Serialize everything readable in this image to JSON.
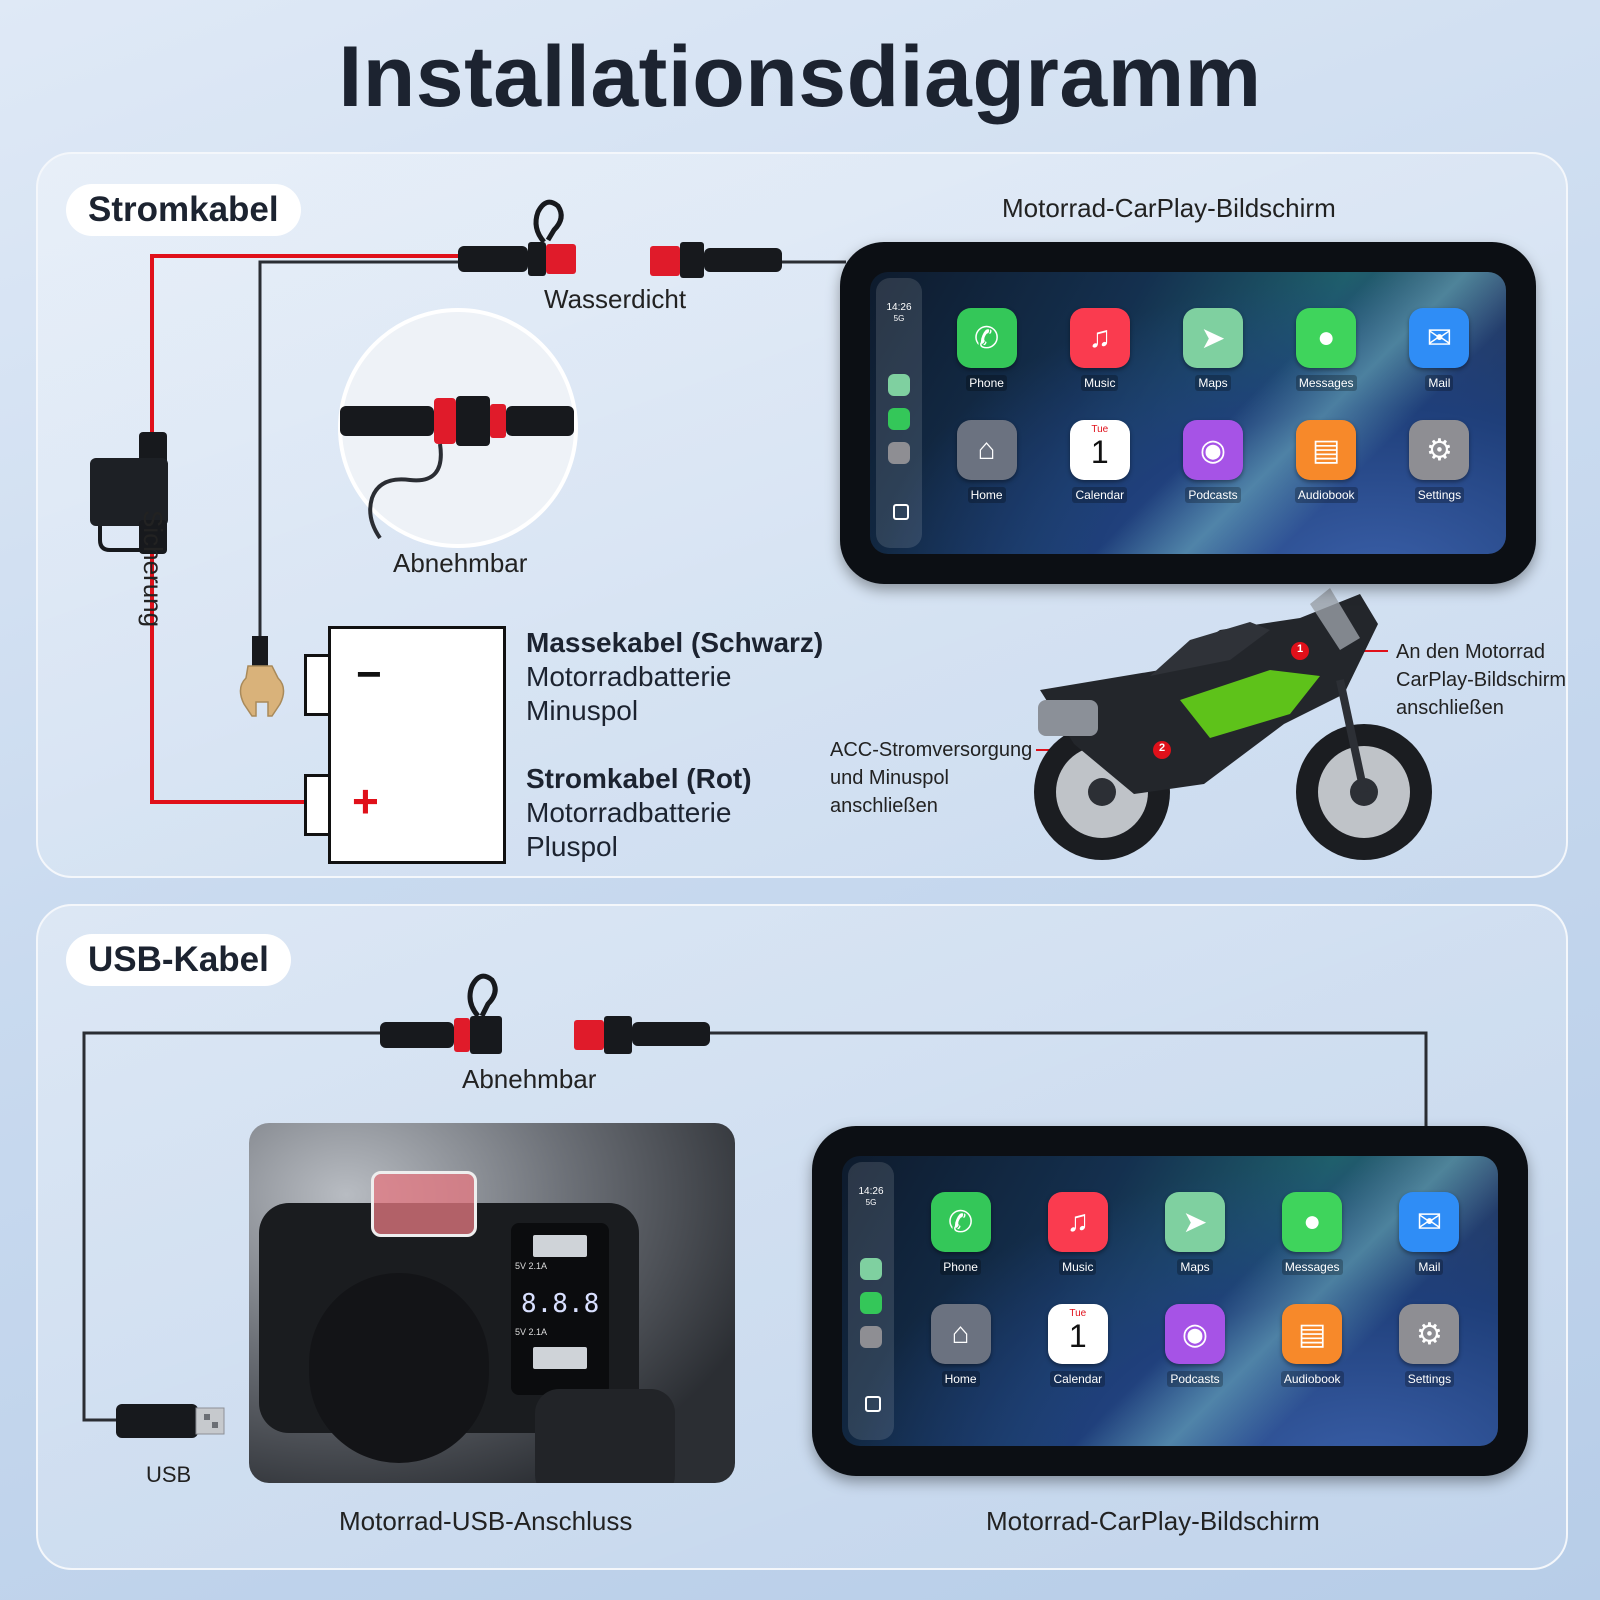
{
  "title": "Installationsdiagramm",
  "power_section": {
    "pill": "Stromkabel",
    "screen_caption": "Motorrad-CarPlay-Bildschirm",
    "connector_label": "Wasserdicht",
    "detail_label": "Abnehmbar",
    "fuse_label": "Sicherung",
    "ground_cable": {
      "title": "Massekabel (Schwarz)",
      "line1": "Motorradbatterie",
      "line2": "Minuspol"
    },
    "power_cable": {
      "title": "Stromkabel (Rot)",
      "line1": "Motorradbatterie",
      "line2": "Pluspol"
    },
    "battery": {
      "minus": "−",
      "plus": "+"
    },
    "callout1": {
      "marker": "1",
      "lines": [
        "An den Motorrad",
        "CarPlay-Bildschirm",
        "anschließen"
      ]
    },
    "callout2": {
      "marker": "2",
      "lines": [
        "ACC-Stromversorgung",
        "und Minuspol",
        "anschließen"
      ]
    }
  },
  "usb_section": {
    "pill": "USB-Kabel",
    "connector_label": "Abnehmbar",
    "usb_label": "USB",
    "photo_caption": "Motorrad-USB-Anschluss",
    "screen_caption": "Motorrad-CarPlay-Bildschirm",
    "photo_readings": {
      "port1": "5V 2.1A",
      "display": "8.8.8",
      "port2": "5V 2.1A"
    }
  },
  "carplay": {
    "time": "14:26",
    "signal": "5G",
    "apps": [
      {
        "name": "Phone",
        "icon": "phone-icon",
        "color": "#34c759"
      },
      {
        "name": "Music",
        "icon": "music-icon",
        "color": "#fa3b4f"
      },
      {
        "name": "Maps",
        "icon": "maps-icon",
        "color": "#7fd0a0"
      },
      {
        "name": "Messages",
        "icon": "messages-icon",
        "color": "#3fd45c"
      },
      {
        "name": "Mail",
        "icon": "mail-icon",
        "color": "#2f8df6"
      },
      {
        "name": "Home",
        "icon": "home-icon",
        "color": "#6b7280"
      },
      {
        "name": "Calendar",
        "icon": "calendar-icon",
        "color": "#ffffff",
        "day": "Tue",
        "date": "1"
      },
      {
        "name": "Podcasts",
        "icon": "podcasts-icon",
        "color": "#a653e6"
      },
      {
        "name": "Audiobook",
        "icon": "audiobook-icon",
        "color": "#f7892a"
      },
      {
        "name": "Settings",
        "icon": "settings-icon",
        "color": "#8e8e93"
      }
    ]
  },
  "colors": {
    "red_wire": "#e0101a",
    "black_wire": "#2a2d33",
    "connector_red": "#e01b2a"
  }
}
